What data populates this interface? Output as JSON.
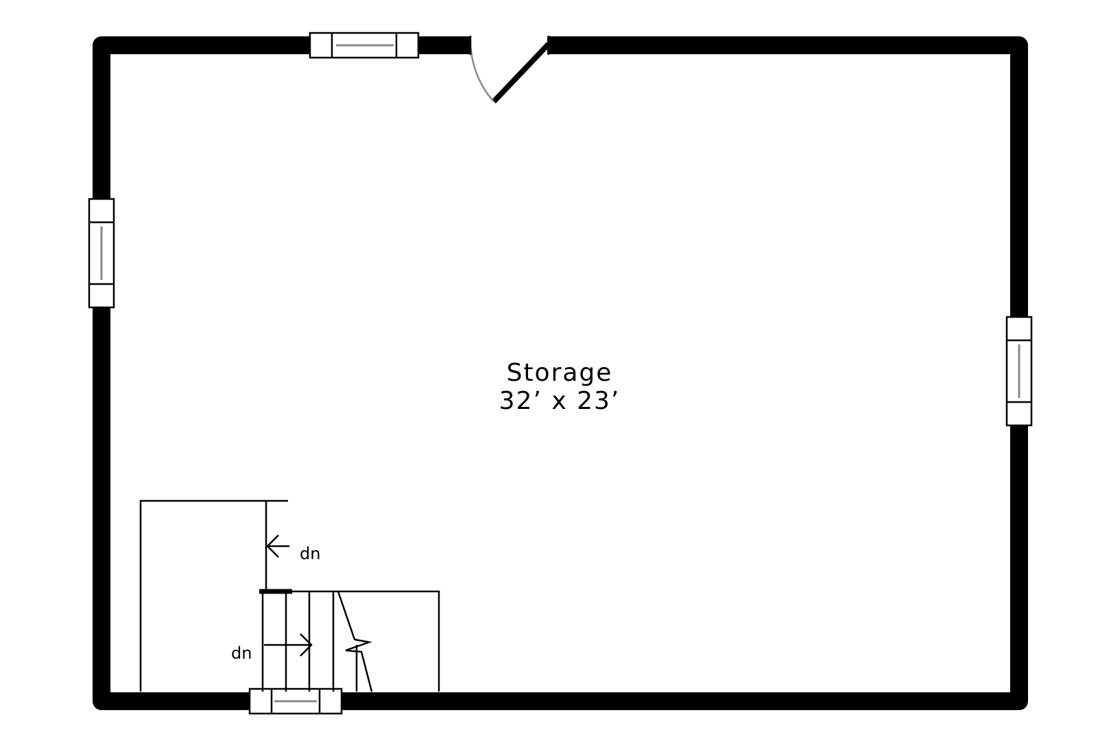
{
  "room": {
    "name": "Storage",
    "dimensions": "32’ x 23’"
  },
  "stairs": {
    "upper_label": "dn",
    "lower_label": "dn"
  }
}
